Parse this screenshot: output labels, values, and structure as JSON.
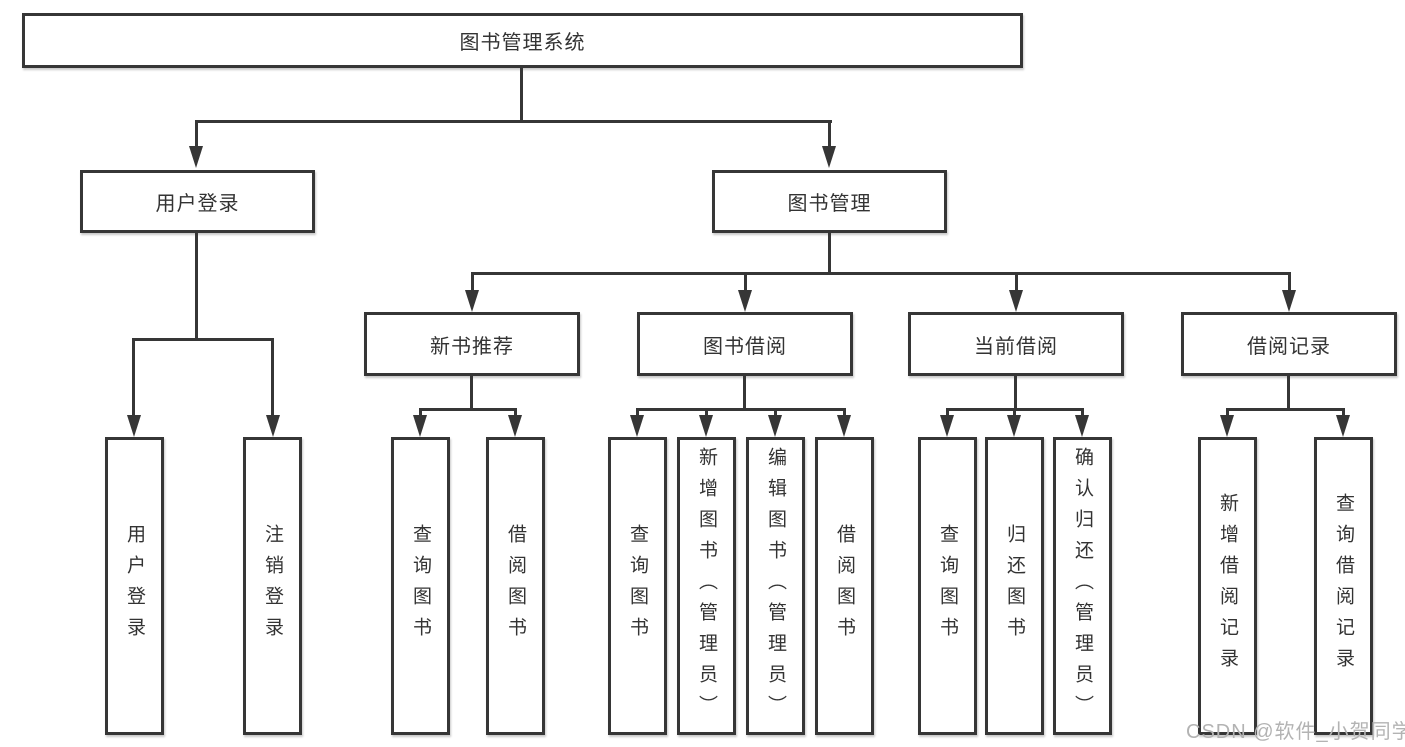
{
  "diagram_title": "图书管理系统",
  "tree": {
    "label": "图书管理系统",
    "children": [
      {
        "label": "用户登录",
        "children": [
          {
            "label": "用户登录"
          },
          {
            "label": "注销登录"
          }
        ]
      },
      {
        "label": "图书管理",
        "children": [
          {
            "label": "新书推荐",
            "children": [
              {
                "label": "查询图书"
              },
              {
                "label": "借阅图书"
              }
            ]
          },
          {
            "label": "图书借阅",
            "children": [
              {
                "label": "查询图书"
              },
              {
                "label": "新增图书（管理员）"
              },
              {
                "label": "编辑图书（管理员）"
              },
              {
                "label": "借阅图书"
              }
            ]
          },
          {
            "label": "当前借阅",
            "children": [
              {
                "label": "查询图书"
              },
              {
                "label": "归还图书"
              },
              {
                "label": "确认归还（管理员）"
              }
            ]
          },
          {
            "label": "借阅记录",
            "children": [
              {
                "label": "新增借阅记录"
              },
              {
                "label": "查询借阅记录"
              }
            ]
          }
        ]
      }
    ]
  },
  "watermark": {
    "text": "CSDN @软件_小贺同学"
  },
  "colors": {
    "line": "#363636",
    "box_border": "#363636",
    "box_fill": "#ffffff",
    "text": "#333333",
    "watermark": "#b3b3b3",
    "background": "#ffffff"
  }
}
